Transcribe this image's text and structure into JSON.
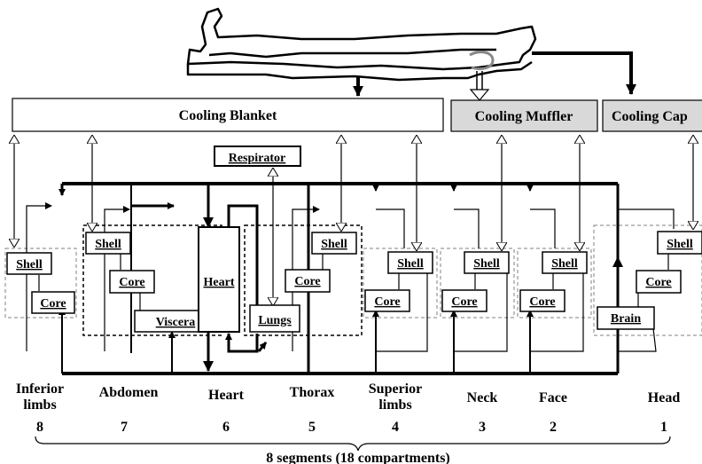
{
  "devices": {
    "blanket": "Cooling Blanket",
    "muffler": "Cooling Muffler",
    "cap": "Cooling Cap",
    "respirator": "Respirator"
  },
  "compartments": {
    "shell": "Shell",
    "core": "Core",
    "viscera": "Viscera",
    "heart": "Heart",
    "lungs": "Lungs",
    "brain": "Brain"
  },
  "segments": [
    {
      "label_line1": "Inferior",
      "label_line2": "limbs",
      "number": "8"
    },
    {
      "label_line1": "Abdomen",
      "label_line2": "",
      "number": "7"
    },
    {
      "label_line1": "Heart",
      "label_line2": "",
      "number": "6"
    },
    {
      "label_line1": "Thorax",
      "label_line2": "",
      "number": "5"
    },
    {
      "label_line1": "Superior",
      "label_line2": "limbs",
      "number": "4"
    },
    {
      "label_line1": "Neck",
      "label_line2": "",
      "number": "3"
    },
    {
      "label_line1": "Face",
      "label_line2": "",
      "number": "2"
    },
    {
      "label_line1": "Head",
      "label_line2": "",
      "number": "1"
    }
  ],
  "summary": "8 segments (18 compartments)",
  "colors": {
    "device_gray": "#d9d9d9",
    "line": "#000000",
    "dashed_box": "#808080"
  }
}
